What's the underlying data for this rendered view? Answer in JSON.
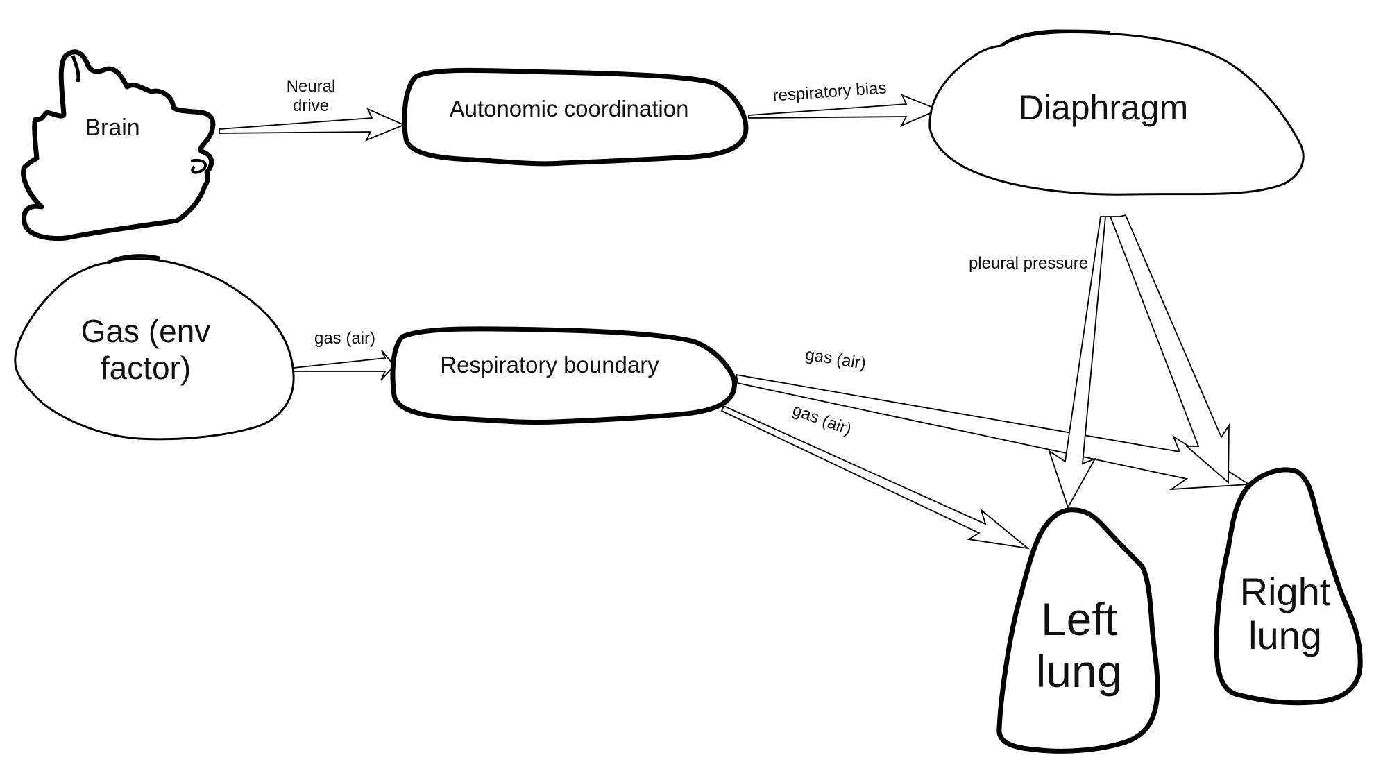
{
  "diagram": {
    "style": "hand-drawn sketch",
    "colors": {
      "stroke": "#000000",
      "fill": "#ffffff",
      "background": "#ffffff",
      "text": "#111111"
    },
    "nodes": {
      "brain": {
        "label": "Brain",
        "shape": "cloud"
      },
      "autonomic": {
        "label": "Autonomic coordination",
        "shape": "rounded-rectangle"
      },
      "diaphragm": {
        "label": "Diaphragm",
        "shape": "ellipse"
      },
      "gas": {
        "label_line1": "Gas (env",
        "label_line2": "factor)",
        "shape": "ellipse"
      },
      "boundary": {
        "label": "Respiratory boundary",
        "shape": "rounded-rectangle"
      },
      "left_lung": {
        "label_line1": "Left",
        "label_line2": "lung",
        "shape": "lung-blob"
      },
      "right_lung": {
        "label_line1": "Right",
        "label_line2": "lung",
        "shape": "lung-blob"
      }
    },
    "edges": [
      {
        "id": "brain-to-autonomic",
        "from": "Brain",
        "to": "Autonomic coordination",
        "label_line1": "Neural",
        "label_line2": "drive"
      },
      {
        "id": "autonomic-to-diaphragm",
        "from": "Autonomic coordination",
        "to": "Diaphragm",
        "label": "respiratory bias"
      },
      {
        "id": "gas-to-boundary",
        "from": "Gas (env factor)",
        "to": "Respiratory boundary",
        "label": "gas (air)"
      },
      {
        "id": "boundary-to-right-lung",
        "from": "Respiratory boundary",
        "to": "Right lung",
        "label": "gas (air)"
      },
      {
        "id": "boundary-to-left-lung",
        "from": "Respiratory boundary",
        "to": "Left lung",
        "label": "gas (air)"
      },
      {
        "id": "diaphragm-to-left-lung",
        "from": "Diaphragm",
        "to": "Left lung",
        "label": "pleural pressure"
      },
      {
        "id": "diaphragm-to-right-lung",
        "from": "Diaphragm",
        "to": "Right lung",
        "label": ""
      }
    ]
  }
}
